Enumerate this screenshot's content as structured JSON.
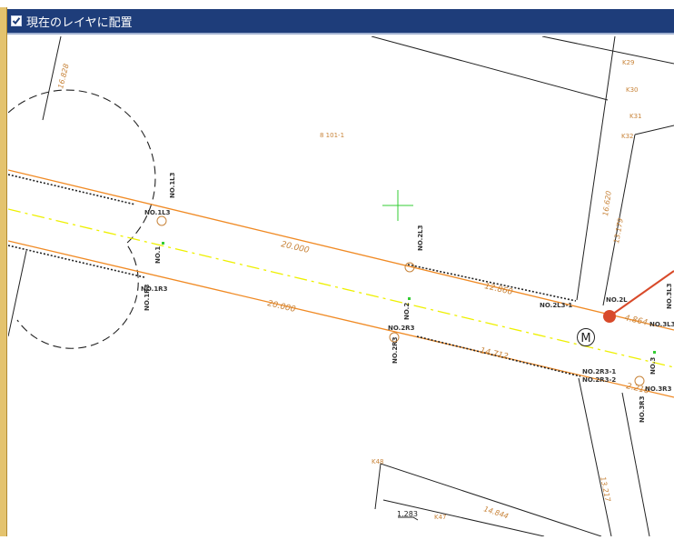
{
  "header": {
    "checkbox_checked": true,
    "title": "現在のレイヤに配置"
  },
  "drawing": {
    "road_dims": [
      "20.000",
      "20.000",
      "12.860",
      "14.712",
      "4.864",
      "2.210"
    ],
    "station_labels": [
      "NO.1L3",
      "NO.1",
      "NO.1R3",
      "NO.2L3",
      "NO.2",
      "NO.2R3",
      "NO.2L3-1",
      "NO.2L",
      "NO.3L3",
      "NO.3",
      "NO.2R3-1",
      "NO.2R3-2",
      "NO.3R3"
    ],
    "parcel_label": "8 101-1",
    "k_labels": [
      "K29",
      "K30",
      "K31",
      "K32",
      "K48",
      "K47"
    ],
    "side_dims": [
      "16.828",
      "16.620",
      "13.179",
      "13.217",
      "14.844",
      "1.283"
    ],
    "marker_letter": "M",
    "colors": {
      "title_bar": "#1e3d7a",
      "road_line": "#f08a24",
      "center_line": "#eef000",
      "label_orange": "#c8843a",
      "crosshair": "#33cc33",
      "marker_red": "#d84a2a"
    }
  }
}
